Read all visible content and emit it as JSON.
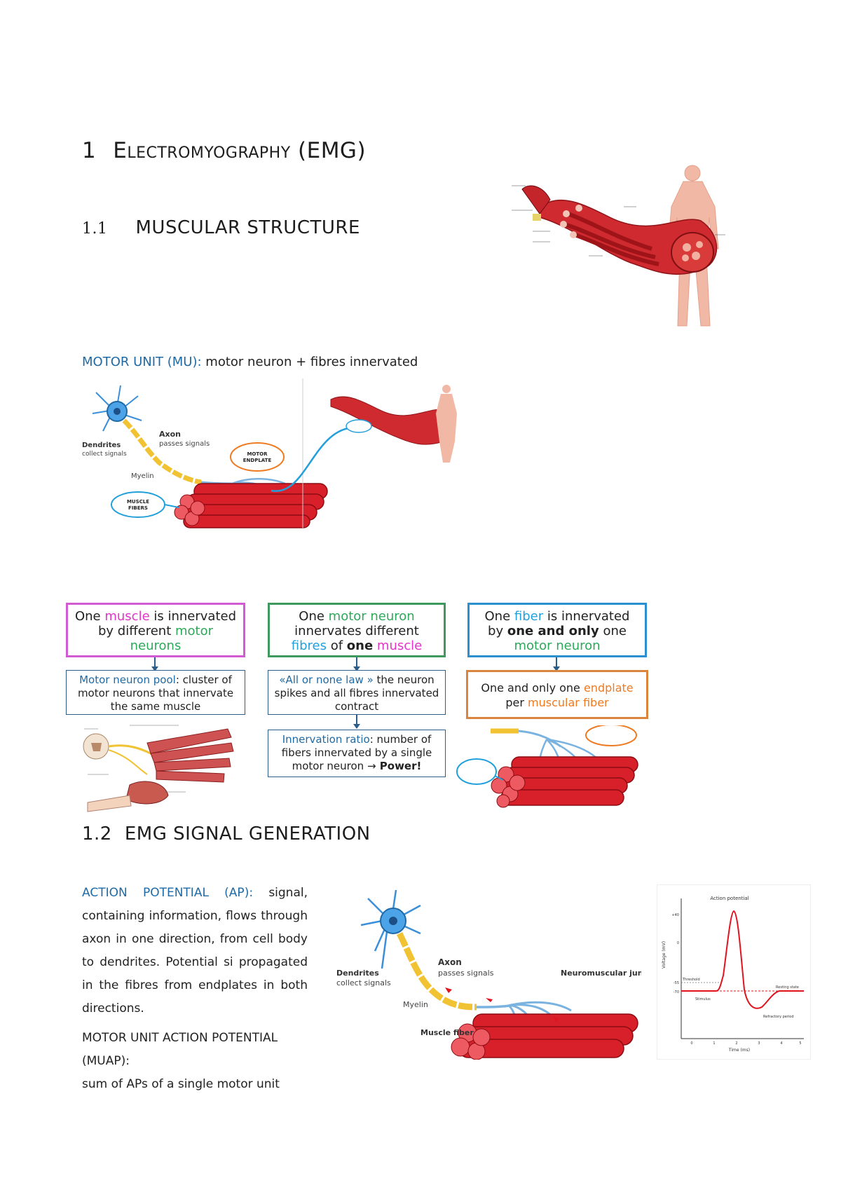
{
  "section1": {
    "number": "1",
    "title": "Electromyography (EMG)"
  },
  "section1_1": {
    "number": "1.1",
    "title": "MUSCULAR STRUCTURE"
  },
  "motor_unit": {
    "term": "MOTOR UNIT (MU):",
    "definition": " motor neuron + fibres innervated"
  },
  "diagram1": {
    "axon_label": "Axon",
    "axon_sub": "passes signals",
    "dendrites_label": "Dendrites",
    "dendrites_sub": "collect signals",
    "myelin_label": "Myelin",
    "motor_endplate": "MOTOR ENDPLATE",
    "muscle_fibers": "MUSCLE FIBERS"
  },
  "boxes": {
    "muscle": {
      "p1": "One ",
      "p2": "muscle",
      "p3": " is innervated by different ",
      "p4": "motor neurons"
    },
    "pool": {
      "p1": "Motor neuron pool",
      "p2": ": cluster of motor neurons that innervate the same muscle"
    },
    "neuron": {
      "p1": "One ",
      "p2": "motor neuron",
      "p3": " innervates different ",
      "p4": "fibres",
      "p5": " of ",
      "p6": "one",
      "p7": " ",
      "p8": "muscle"
    },
    "allornone": {
      "p1": "«All or none law »",
      "p2": " the neuron spikes and all fibres innervated contract"
    },
    "ratio": {
      "p1": "Innervation ratio",
      "p2": ": number of fibers innervated by a single motor neuron ",
      "p3": "→",
      "p4": " Power!"
    },
    "fiber": {
      "p1": "One ",
      "p2": "fiber",
      "p3": " is innervated by ",
      "p4": "one and only",
      "p5": " one ",
      "p6": "motor neuron"
    },
    "endplate": {
      "p1": "One and only one ",
      "p2": "endplate",
      "p3": " per ",
      "p4": "muscular fiber"
    }
  },
  "section1_2": {
    "number": "1.2",
    "title": "EMG SIGNAL GENERATION"
  },
  "ap_paragraph": {
    "term": "ACTION POTENTIAL (AP):",
    "text": " signal, containing information, flows through axon in one direction, from cell body to dendrites. Potential si propagated in the fibres from endplates in both directions."
  },
  "muap_paragraph": {
    "term": "MOTOR UNIT ACTION POTENTIAL (MUAP):",
    "text": "sum of APs of a single motor unit"
  },
  "diagram2": {
    "axon_label": "Axon",
    "axon_sub": "passes signals",
    "dendrites_label": "Dendrites",
    "dendrites_sub": "collect signals",
    "myelin_label": "Myelin",
    "nmj_label": "Neuromuscular junction",
    "fiber_label": "Muscle fiber"
  },
  "ap_chart": {
    "title": "Action potential",
    "ylabel": "Voltage (mV)",
    "xlabel": "Time (ms)",
    "threshold_label": "Threshold",
    "resting_label": "Resting state",
    "stimulus_label": "Stimulus",
    "refractory_label": "Refractory period",
    "y_ticks": [
      "+40",
      "0",
      "-55",
      "-70"
    ],
    "x_ticks": [
      "0",
      "1",
      "2",
      "3",
      "4",
      "5"
    ],
    "colors": {
      "curve": "#e0141e",
      "axis": "#333333"
    }
  },
  "colors": {
    "accent_blue": "#1f6aa5",
    "magenta": "#e334c8",
    "green": "#2ea85a",
    "cyan": "#23a0dc",
    "orange": "#ee7a21",
    "muscle_red": "#d8202a"
  }
}
